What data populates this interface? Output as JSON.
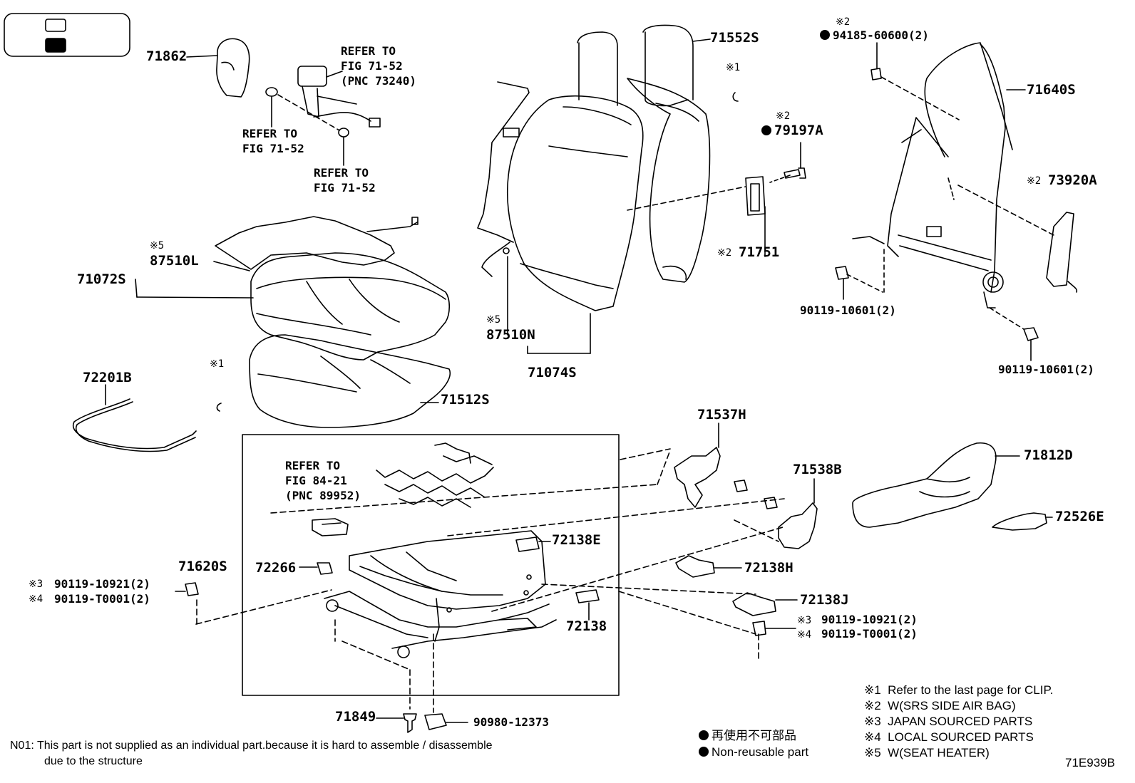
{
  "labels": {
    "p71862": "71862",
    "refer1": "REFER TO",
    "refer1_fig": "FIG 71-52",
    "refer1_pnc": "(PNC 73240)",
    "refer2": "REFER TO",
    "refer2_fig": "FIG 71-52",
    "refer3": "REFER TO",
    "refer3_fig": "FIG 71-52",
    "p71552S": "71552S",
    "m1_top": "※1",
    "m2_94185": "※2",
    "p94185": "94185-60600(2)",
    "m2_79197": "※2",
    "p79197A": "79197A",
    "p71640S": "71640S",
    "m2_73920": "※2",
    "p73920A": "73920A",
    "m2_71751": "※2",
    "p71751": "71751",
    "p90119_10601_a": "90119-10601(2)",
    "p90119_10601_b": "90119-10601(2)",
    "m5_87510L": "※5",
    "p87510L": "87510L",
    "p71072S": "71072S",
    "m5_87510N": "※5",
    "p87510N": "87510N",
    "p71074S": "71074S",
    "p72201B": "72201B",
    "m1_mid": "※1",
    "p71512S": "71512S",
    "p71537H": "71537H",
    "p71538B": "71538B",
    "p71812D": "71812D",
    "p72526E": "72526E",
    "refer4": "REFER TO",
    "refer4_fig": "FIG 84-21",
    "refer4_pnc": "(PNC 89952)",
    "p72138E": "72138E",
    "p71620S": "71620S",
    "p72266": "72266",
    "m3_left": "※3",
    "p90119_10921_left": "90119-10921(2)",
    "m4_left": "※4",
    "p90119_T0001_left": "90119-T0001(2)",
    "p72138H": "72138H",
    "p72138J": "72138J",
    "m3_right": "※3",
    "p90119_10921_right": "90119-10921(2)",
    "m4_right": "※4",
    "p90119_T0001_right": "90119-T0001(2)",
    "p72138": "72138",
    "p71849": "71849",
    "p90980": "90980-12373"
  },
  "footnote": {
    "code": "N01",
    "line1": ": This part is not supplied as an individual part.because it is hard to assemble / disassemble",
    "line2": "due to the structure"
  },
  "nonreusable": {
    "jp": "再使用不可部品",
    "en": "Non-reusable part"
  },
  "legend": [
    {
      "mark": "※1",
      "text": "Refer to the last page for CLIP."
    },
    {
      "mark": "※2",
      "text": "W(SRS SIDE AIR BAG)"
    },
    {
      "mark": "※3",
      "text": "JAPAN SOURCED PARTS"
    },
    {
      "mark": "※4",
      "text": "LOCAL SOURCED PARTS"
    },
    {
      "mark": "※5",
      "text": "W(SEAT HEATER)"
    }
  ],
  "diagram_code": "71E939B"
}
